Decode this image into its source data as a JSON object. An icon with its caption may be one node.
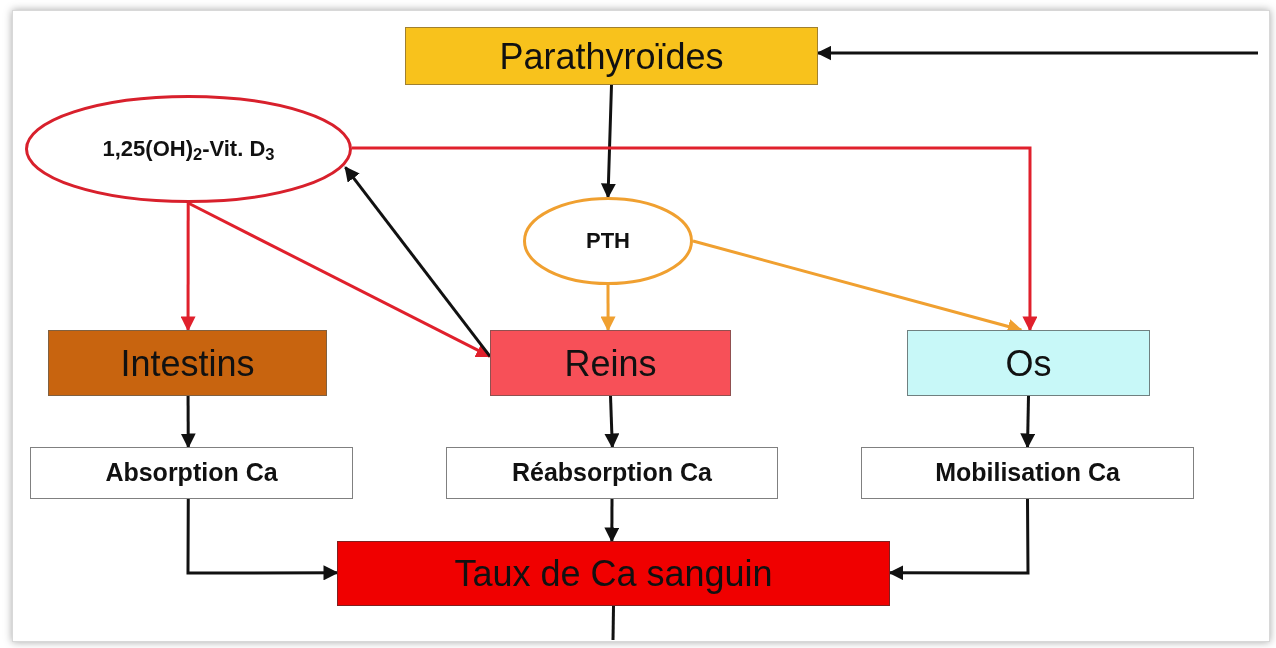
{
  "diagram": {
    "nodes": [
      {
        "text": [
          "Parathyroïdes"
        ]
      },
      {
        "text": [
          "1,25(OH)$_{2}$-Vit. D$_{3}$"
        ]
      },
      {
        "text": [
          "PTH"
        ]
      },
      {
        "text": [
          "Intestins"
        ]
      },
      {
        "text": [
          "Reins"
        ]
      },
      {
        "text": [
          "Os"
        ]
      },
      {
        "text": [
          "Absorption Ca"
        ]
      },
      {
        "text": [
          "Réabsorption Ca"
        ]
      },
      {
        "text": [
          "Mobilisation Ca"
        ]
      },
      {
        "text": [
          "Taux de Ca sanguin"
        ]
      }
    ],
    "edges": [
      {
        "from": null,
        "to": 0,
        "arrow": "to"
      },
      {
        "from": 0,
        "to": 2,
        "arrow": "to"
      },
      {
        "from": 1,
        "to": 5,
        "arrow": "to",
        "color": "#e0202c"
      },
      {
        "from": 1,
        "to": 3,
        "arrow": "to",
        "color": "#e0202c"
      },
      {
        "from": 1,
        "to": 4,
        "arrow": "to",
        "color": "#e0202c"
      },
      {
        "from": 4,
        "to": 1,
        "arrow": "to"
      },
      {
        "from": 2,
        "to": 4,
        "arrow": "to",
        "color": "#f0a030"
      },
      {
        "from": 2,
        "to": 5,
        "arrow": "to",
        "color": "#f0a030"
      },
      {
        "from": 3,
        "to": 6,
        "arrow": "to"
      },
      {
        "from": 4,
        "to": 7,
        "arrow": "to"
      },
      {
        "from": 5,
        "to": 8,
        "arrow": "to"
      },
      {
        "from": 6,
        "to": 9,
        "arrow": "to"
      },
      {
        "from": 7,
        "to": 9,
        "arrow": "to"
      },
      {
        "from": 8,
        "to": 9,
        "arrow": "to"
      },
      {
        "from": 9,
        "to": null,
        "arrow": "none"
      }
    ]
  }
}
